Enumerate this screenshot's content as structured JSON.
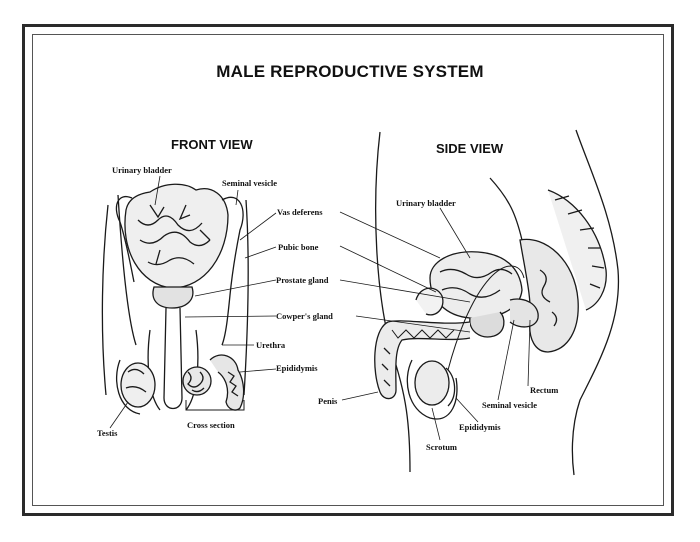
{
  "title": "MALE REPRODUCTIVE SYSTEM",
  "front_view": {
    "heading": "FRONT VIEW",
    "labels": {
      "urinary_bladder": "Urinary bladder",
      "seminal_vesicle": "Seminal vesicle",
      "vas_deferens": "Vas deferens",
      "pubic_bone": "Pubic bone",
      "prostate_gland": "Prostate gland",
      "cowpers_gland": "Cowper's gland",
      "urethra": "Urethra",
      "epididymis": "Epididymis",
      "testis": "Testis",
      "cross_section": "Cross section"
    }
  },
  "side_view": {
    "heading": "SIDE VIEW",
    "labels": {
      "urinary_bladder": "Urinary bladder",
      "penis": "Penis",
      "rectum": "Rectum",
      "seminal_vesicle": "Seminal vesicle",
      "epididymis": "Epididymis",
      "scrotum": "Scrotum"
    }
  }
}
